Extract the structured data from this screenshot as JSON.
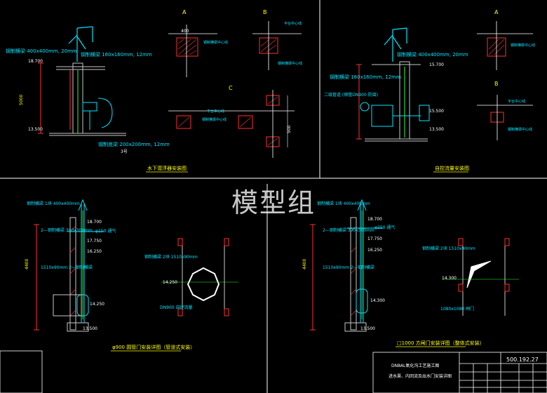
{
  "watermark": "模型组",
  "colors": {
    "background": "#000000",
    "frame": "#ffffff",
    "cyan": "#00e5ff",
    "red": "#ff3030",
    "yellow": "#ffff00",
    "green": "#33ff33",
    "magenta": "#ff33ff",
    "wall": "#c8c8c8"
  },
  "panel_tl": {
    "title": "水下潜浮器安装图",
    "section_a": "A",
    "section_b": "B",
    "section_c": "C",
    "note1": "钢制横梁 400x400mm, 20mm",
    "note2": "钢制横梁 160x160mm, 12mm",
    "note3": "钢制底梁 200x200mm, 12mm",
    "dim_400": "400",
    "elev_top": "18.700",
    "elev_bot": "13.500",
    "small_label": "3号"
  },
  "panel_tr": {
    "title": "自控流量安装图",
    "section_a": "A",
    "section_b": "B",
    "note1": "钢制横梁 400x400mm, 20mm",
    "note2": "钢制横梁 160x160mm, 12mm",
    "note3": "二级管道 (钢管DN900 防腐)",
    "elev_top": "15.700",
    "elev_mid": "15.500",
    "elev_bot": "13.500"
  },
  "panel_bl": {
    "title": "φ900 圆管门安装详图（管道式安装）",
    "note1": "钢制横梁 1块 400x400mm",
    "note2": "2—钢制横梁 300x300mm",
    "note3": "1510x90mm 2—钢制横梁",
    "note4": "钢制横梁 2块 1510x90mm",
    "note5": "DN900 自控流量",
    "note6": "φ150 通气",
    "elev1": "18.700",
    "elev2": "17.750",
    "elev3": "16.250",
    "elev4": "14.250",
    "elev5": "13.500",
    "elev6": "14.250"
  },
  "panel_br": {
    "title": "□1000 方闸门安装详图（整体式安装）",
    "note1": "钢制横梁 1块 400x400mm",
    "note2": "2—钢制横梁 300x300mm",
    "note3": "1510x90mm 2—钢制横梁",
    "note4": "钢制横梁 2块 1510x90mm",
    "note5": "1080x1080 闸门",
    "note6": "φ150 通气",
    "elev1": "18.700",
    "elev2": "17.750",
    "elev3": "16.250",
    "elev4": "14.300",
    "elev5": "13.500",
    "elev6": "14.300"
  },
  "title_block": {
    "drawing_no": "500.192.27",
    "project": "DN8AL氧化沟工艺施工图",
    "drawing_name": "进水渠、内回流及出水门安装详图"
  }
}
